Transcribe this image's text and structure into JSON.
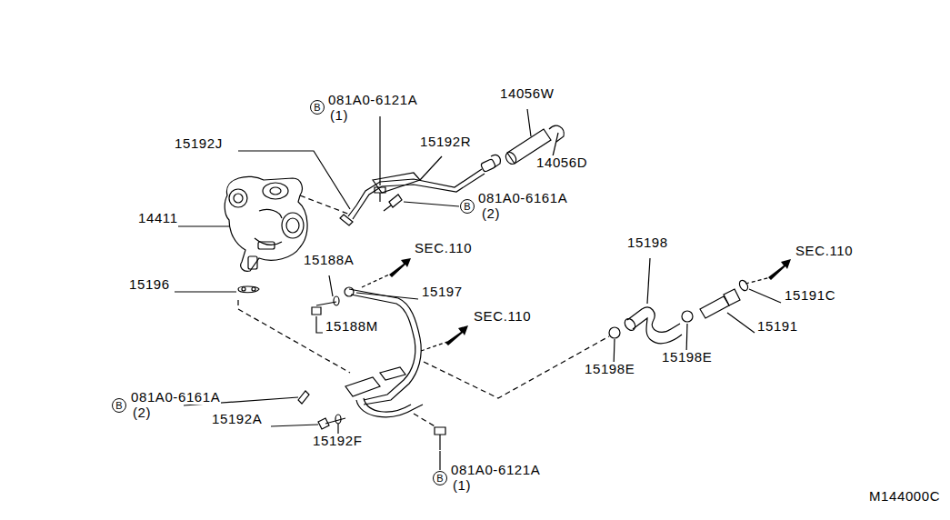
{
  "diagram": {
    "nodes": [
      {
        "text": [
          "B"
        ]
      },
      {
        "text": [
          "B"
        ]
      },
      {
        "text": [
          "B"
        ]
      },
      {
        "text": [
          "B"
        ]
      }
    ],
    "labels": [
      "081A0-6121A",
      "(1)",
      "14056W",
      "15192J",
      "15192R",
      "14056D",
      "081A0-6161A",
      "(2)",
      "14411",
      "15198",
      "SEC.110",
      "SEC.110",
      "15188A",
      "15191C",
      "15196",
      "15197",
      "15191",
      "15188M",
      "SEC.110",
      "081A0-6161A",
      "(2)",
      "15198E",
      "15198E",
      "15192A",
      "15192F",
      "081A0-6121A",
      "(1)",
      "M144000C"
    ]
  }
}
